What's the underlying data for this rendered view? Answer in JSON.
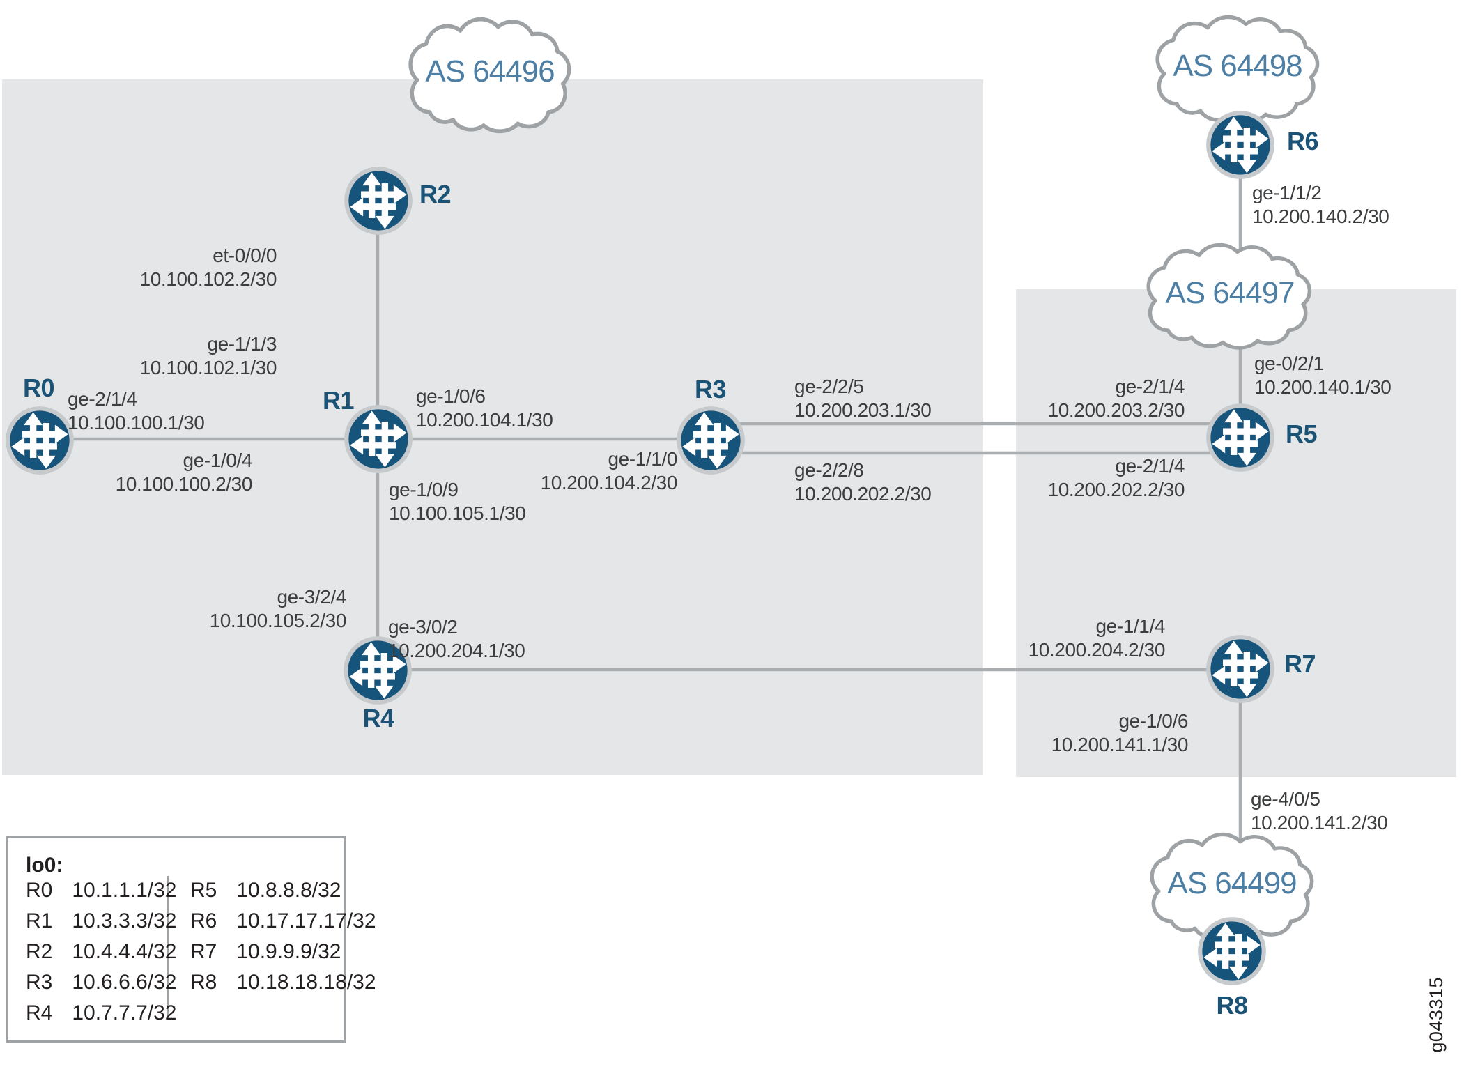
{
  "diagram_type": "network-topology",
  "clouds": {
    "as64496": "AS 64496",
    "as64497": "AS 64497",
    "as64498": "AS 64498",
    "as64499": "AS 64499"
  },
  "routers": {
    "r0": "R0",
    "r1": "R1",
    "r2": "R2",
    "r3": "R3",
    "r4": "R4",
    "r5": "R5",
    "r6": "R6",
    "r7": "R7",
    "r8": "R8"
  },
  "iface_labels": {
    "r2_to_r1": {
      "iface": "et-0/0/0",
      "ip": "10.100.102.2/30"
    },
    "r1_to_r2": {
      "iface": "ge-1/1/3",
      "ip": "10.100.102.1/30"
    },
    "r0_to_r1": {
      "iface": "ge-2/1/4",
      "ip": "10.100.100.1/30"
    },
    "r1_to_r0": {
      "iface": "ge-1/0/4",
      "ip": "10.100.100.2/30"
    },
    "r1_to_r3": {
      "iface": "ge-1/0/6",
      "ip": "10.200.104.1/30"
    },
    "r3_to_r1": {
      "iface": "ge-1/1/0",
      "ip": "10.200.104.2/30"
    },
    "r1_to_r4": {
      "iface": "ge-1/0/9",
      "ip": "10.100.105.1/30"
    },
    "r4_to_r1": {
      "iface": "ge-3/2/4",
      "ip": "10.100.105.2/30"
    },
    "r4_to_r7": {
      "iface": "ge-3/0/2",
      "ip": "10.200.204.1/30"
    },
    "r3_to_r5_upper": {
      "iface": "ge-2/2/5",
      "ip": "10.200.203.1/30"
    },
    "r3_to_r5_lower": {
      "iface": "ge-2/2/8",
      "ip": "10.200.202.2/30"
    },
    "r5_to_r3_upper": {
      "iface": "ge-2/1/4",
      "ip": "10.200.203.2/30"
    },
    "r5_to_r3_lower": {
      "iface": "ge-2/1/4",
      "ip": "10.200.202.2/30"
    },
    "r5_to_as64497": {
      "iface": "ge-0/2/1",
      "ip": "10.200.140.1/30"
    },
    "r6_to_as64497": {
      "iface": "ge-1/1/2",
      "ip": "10.200.140.2/30"
    },
    "r7_to_r4": {
      "iface": "ge-1/1/4",
      "ip": "10.200.204.2/30"
    },
    "r7_to_as64499": {
      "iface": "ge-1/0/6",
      "ip": "10.200.141.1/30"
    },
    "r8_to_r7": {
      "iface": "ge-4/0/5",
      "ip": "10.200.141.2/30"
    }
  },
  "legend": {
    "title": "lo0:",
    "left": [
      {
        "router": "R0",
        "address": "10.1.1.1/32"
      },
      {
        "router": "R1",
        "address": "10.3.3.3/32"
      },
      {
        "router": "R2",
        "address": "10.4.4.4/32"
      },
      {
        "router": "R3",
        "address": "10.6.6.6/32"
      },
      {
        "router": "R4",
        "address": "10.7.7.7/32"
      }
    ],
    "right": [
      {
        "router": "R5",
        "address": "10.8.8.8/32"
      },
      {
        "router": "R6",
        "address": "10.17.17.17/32"
      },
      {
        "router": "R7",
        "address": "10.9.9.9/32"
      },
      {
        "router": "R8",
        "address": "10.18.18.18/32"
      }
    ]
  },
  "watermark": "g043315",
  "colors": {
    "router_fill": "#16547c",
    "router_ring": "#c7cacc",
    "link_line": "#abaeb1",
    "region_bg": "#e5e6e7",
    "cloud_outline": "#9ea2a4",
    "as_label_text": "#4d7fa5",
    "router_label_text": "#1b5376",
    "iface_label_text": "#3b3d3f",
    "legend_text": "#231f20"
  }
}
